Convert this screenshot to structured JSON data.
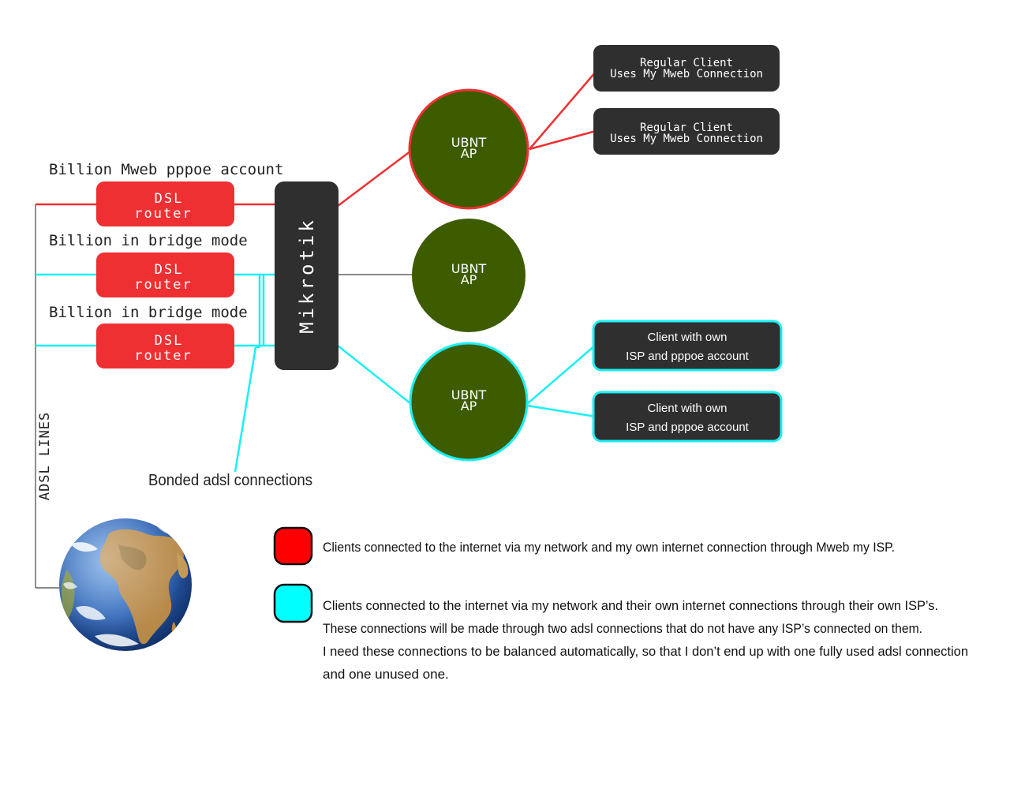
{
  "labels": {
    "billion_mweb": "Billion Mweb pppoe account",
    "billion_bridge_1": "Billion in bridge mode",
    "billion_bridge_2": "Billion in bridge mode",
    "adsl_lines": "ADSL LINES",
    "bonded": "Bonded adsl connections"
  },
  "routers": [
    {
      "line1": "DSL",
      "line2": "router"
    },
    {
      "line1": "DSL",
      "line2": "router"
    },
    {
      "line1": "DSL",
      "line2": "router"
    }
  ],
  "mikrotik": "Mikrotik",
  "access_points": [
    {
      "line1": "UBNT",
      "line2": "AP"
    },
    {
      "line1": "UBNT",
      "line2": "AP"
    },
    {
      "line1": "UBNT",
      "line2": "AP"
    }
  ],
  "clients": [
    {
      "line1": "Regular Client",
      "line2": "Uses My Mweb Connection"
    },
    {
      "line1": "Regular Client",
      "line2": "Uses My Mweb Connection"
    },
    {
      "line1": "Client with own",
      "line2": "ISP and pppoe account"
    },
    {
      "line1": "Client with own",
      "line2": "ISP and pppoe account"
    }
  ],
  "legend": {
    "red_text": "Clients connected to the internet via my network and my own internet connection through Mweb my ISP.",
    "cyan_lines": [
      "Clients connected to the internet via my network and their own internet connections through their own ISP’s.",
      "These connections will be made through two adsl connections that do not have any ISP’s connected on them.",
      "I need these connections to be balanced automatically, so that I don’t end up with one fully used adsl connection",
      "and one unused one."
    ]
  },
  "colors": {
    "red": "#ee3033",
    "cyan": "#19f0f5",
    "dark": "#2f2f2f",
    "ap_green": "#3d5c00",
    "legend_red": "#ff0000",
    "legend_cyan": "#00ffff"
  },
  "icons": {
    "globe": "earth-globe-icon"
  }
}
